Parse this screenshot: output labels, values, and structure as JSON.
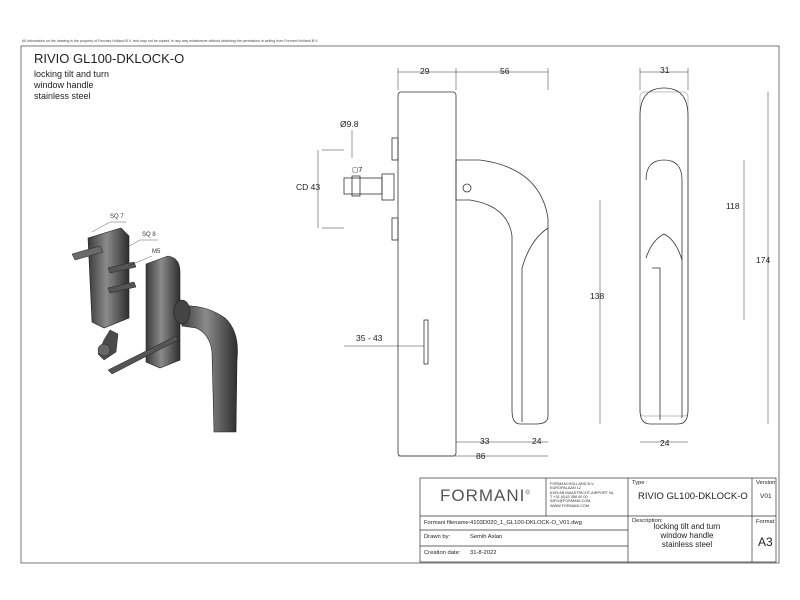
{
  "notice": "All information on the drawing is the property of Formani Holland B.V. and may not be copied, in any way whatsoever without obtaining the permission in writing from Formani Holland B.V.",
  "product": {
    "title": "RIVIO GL100-DKLOCK-O",
    "desc": [
      "locking tilt and turn",
      "window handle",
      "stainless steel"
    ]
  },
  "labels": {
    "sq7": "SQ 7",
    "sq8": "SQ 8",
    "m5": "M5"
  },
  "dims": {
    "d29": "29",
    "d56": "56",
    "d31": "31",
    "dia": "Ø9.8",
    "sq": "◻7",
    "cd": "CD 43",
    "rng": "35 - 43",
    "d138": "138",
    "d118": "118",
    "d174": "174",
    "d33": "33",
    "d24a": "24",
    "d86": "86",
    "d24b": "24"
  },
  "titleblock": {
    "logo": "FORMANI",
    "company": [
      "FORMANI HOLLAND B.V.",
      "EUROPALAAN 12",
      "6199 AB MAASTRICHT-AIRPORT NL",
      "T +31 (0)43 358 90 00",
      "INFO@FORMANI.COM",
      "WWW.FORMANI.COM"
    ],
    "type_label": "Type :",
    "type_value": "RIVIO GL100-DKLOCK-O",
    "version_label": "Version",
    "version_value": "V01",
    "filename_label": "Formani filename:",
    "filename_value": "4103D020_1_GL100-DKLOCK-O_V01.dwg",
    "drawn_label": "Drawn by:",
    "drawn_value": "Semih Aslan",
    "date_label": "Creation date:",
    "date_value": "31-8-2022",
    "desc_label": "Description:",
    "desc_value": [
      "locking tilt and turn",
      "window handle",
      "stainless steel"
    ],
    "format_label": "Format",
    "format_value": "A3"
  }
}
